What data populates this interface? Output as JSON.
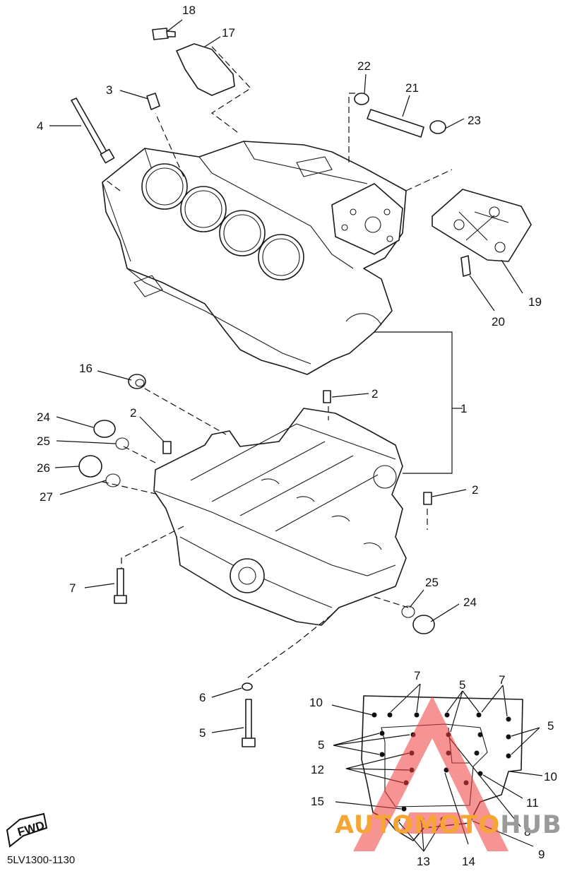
{
  "diagram_code": "5LV1300-1130",
  "fwd_label": "FWD",
  "watermark": {
    "text_orange": "AUTOMOTO",
    "text_gray": "HUB",
    "color_orange": "#f4a533",
    "color_gray": "#9a9a9a",
    "logo_color": "#ef3b3b"
  },
  "callouts": {
    "c1": "1",
    "c2a": "2",
    "c2b": "2",
    "c2c": "2",
    "c3": "3",
    "c4": "4",
    "c5a": "5",
    "c6": "6",
    "c7a": "7",
    "c16": "16",
    "c17": "17",
    "c18": "18",
    "c19": "19",
    "c20": "20",
    "c21": "21",
    "c22": "22",
    "c23": "23",
    "c24a": "24",
    "c24b": "24",
    "c25a": "25",
    "c25b": "25",
    "c26": "26",
    "c27": "27"
  },
  "bolt_chart": {
    "c7b": "7",
    "c7c": "7",
    "c5b": "5",
    "c5c": "5",
    "c5d": "5",
    "c10a": "10",
    "c10b": "10",
    "c11": "11",
    "c12": "12",
    "c8": "8",
    "c15": "15",
    "c9": "9",
    "c13": "13",
    "c14": "14"
  }
}
